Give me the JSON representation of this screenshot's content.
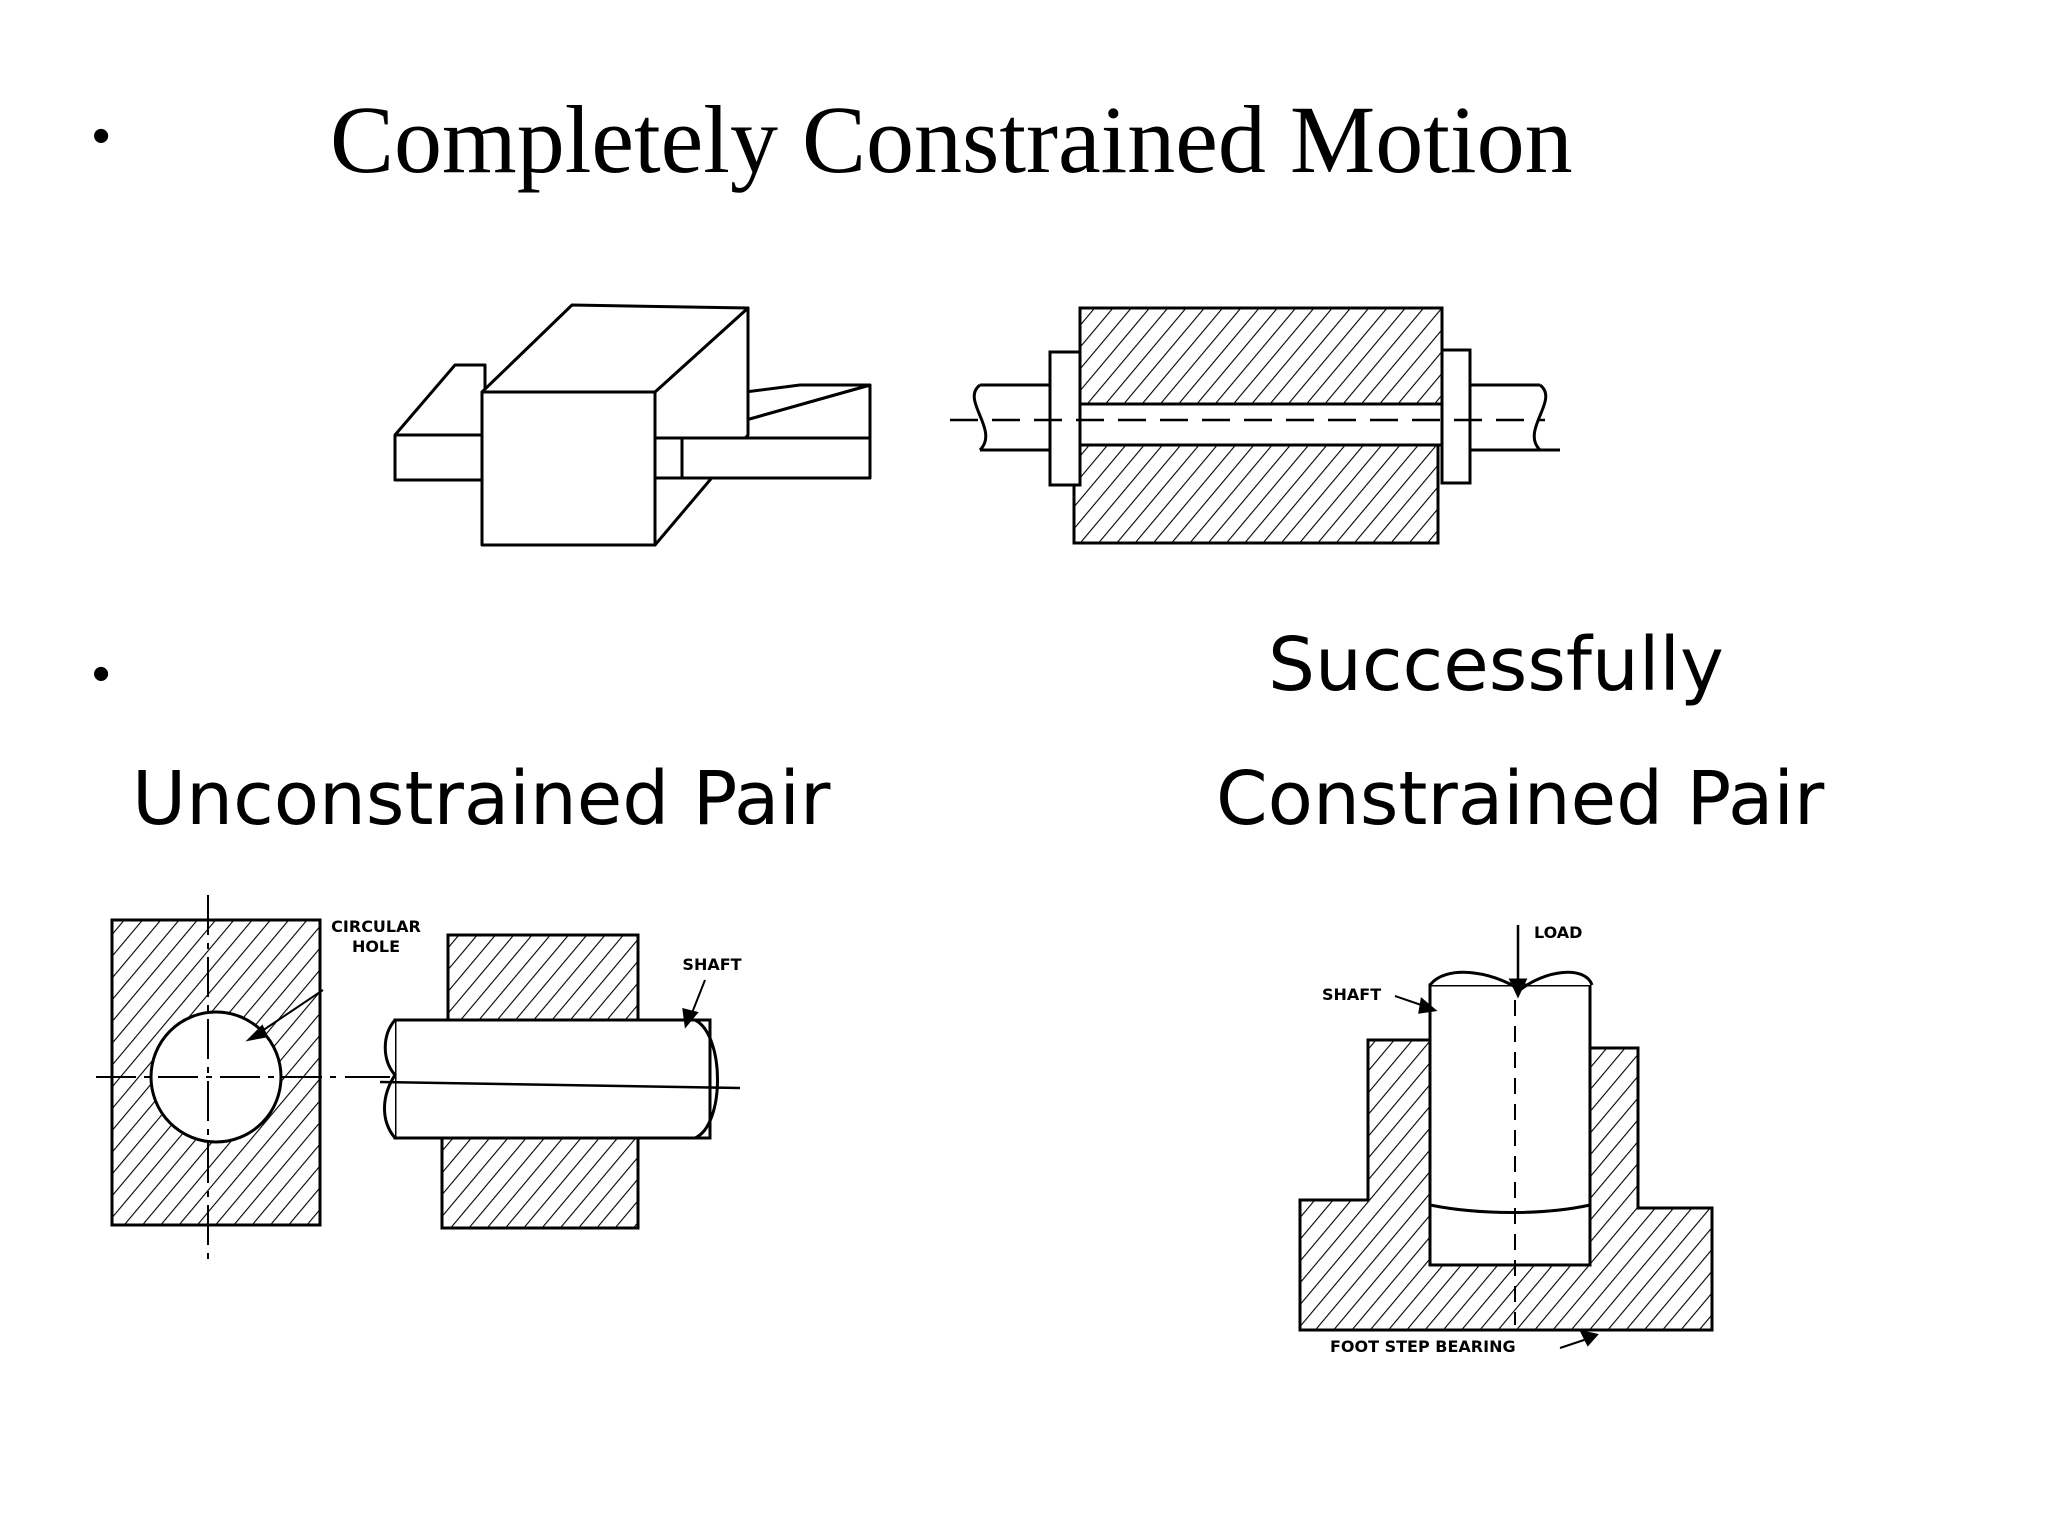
{
  "slide": {
    "title": "Completely Constrained Motion",
    "bullet_symbol": "•",
    "section2": {
      "right_line1": "Successfully",
      "left_heading": "Unconstrained Pair",
      "right_line2": "Constrained  Pair"
    },
    "labels": {
      "circular_hole_1": "CIRCULAR",
      "circular_hole_2": "HOLE",
      "shaft_left": "SHAFT",
      "load": "LOAD",
      "shaft_right": "SHAFT",
      "foot_step_bearing": "FOOT STEP BEARING"
    }
  }
}
